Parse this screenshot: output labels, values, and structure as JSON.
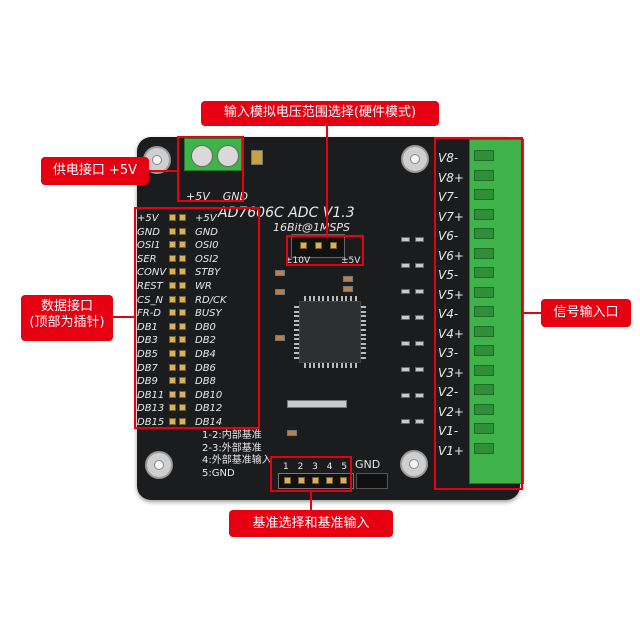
{
  "callouts": {
    "voltage_range": "输入模拟电压范围选择(硬件模式)",
    "power": "供电接口 +5V",
    "data": "数据接口\n(顶部为插针)",
    "signal": "信号输入口",
    "reference": "基准选择和基准输入"
  },
  "board": {
    "title": "AD7606C  ADC V1.3",
    "subtitle": "16Bit@1MSPS",
    "power_pins": [
      "+5V",
      "GND"
    ],
    "range_left": "±10V",
    "range_right": "±5V",
    "ref_notes": [
      "1-2:内部基准",
      "2-3:外部基准",
      "4:外部基准输入",
      "5:GND"
    ],
    "ref_pin_numbers": "1 2 3 4 5",
    "ref_gnd": "GND",
    "left_pins": [
      "+5V",
      "GND",
      "OSI1",
      "SER",
      "CONV",
      "REST",
      "CS_N",
      "FR-D",
      "DB1",
      "DB3",
      "DB5",
      "DB7",
      "DB9",
      "DB11",
      "DB13",
      "DB15"
    ],
    "right_pins": [
      "+5V",
      "GND",
      "OSI0",
      "OSI2",
      "STBY",
      "WR",
      "RD/CK",
      "BUSY",
      "DB0",
      "DB2",
      "DB4",
      "DB6",
      "DB8",
      "DB10",
      "DB12",
      "DB14"
    ],
    "signal_channels": [
      "V8-",
      "V8+",
      "V7-",
      "V7+",
      "V6-",
      "V6+",
      "V5-",
      "V5+",
      "V4-",
      "V4+",
      "V3-",
      "V3+",
      "V2-",
      "V2+",
      "V1-",
      "V1+"
    ]
  },
  "colors": {
    "accent_red": "#e60012",
    "pcb": "#1b1c1e",
    "terminal_green": "#3fb249"
  }
}
